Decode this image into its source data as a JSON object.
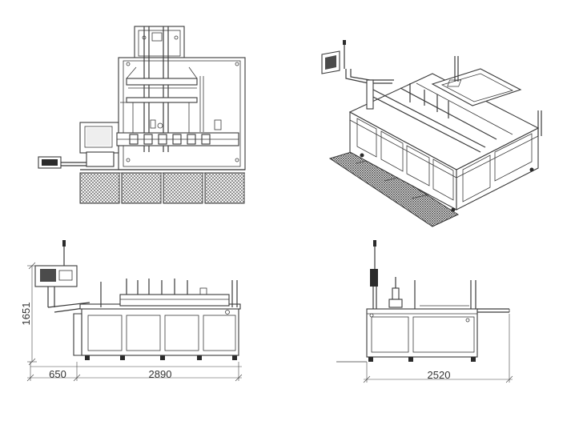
{
  "dimensions": {
    "height_left": "1651",
    "width_left_panel": "650",
    "width_main": "2890",
    "width_side": "2520"
  },
  "views": [
    "top-view",
    "isometric-view",
    "front-view",
    "side-view"
  ]
}
